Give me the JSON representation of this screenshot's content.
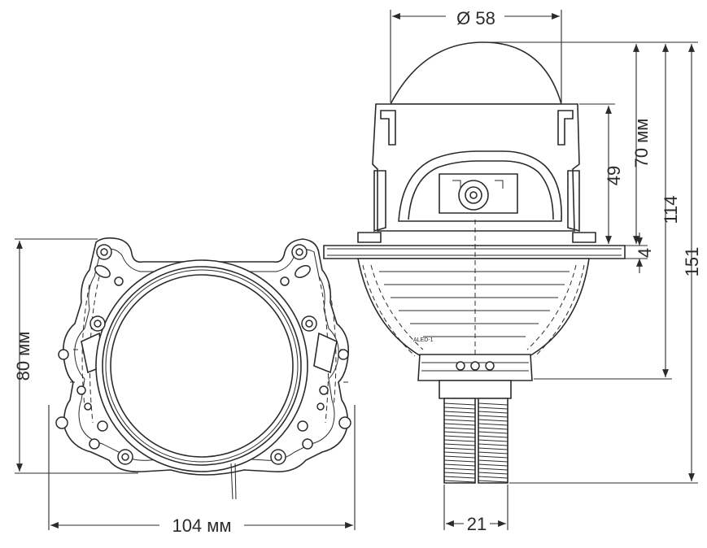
{
  "dimensions": {
    "front_height": "80 мм",
    "front_width": "104 мм",
    "lens_diameter": "Ø 58",
    "dim_70": "70 мм",
    "dim_49": "49",
    "dim_4": "4",
    "dim_114": "114",
    "dim_151": "151",
    "dim_21": "21"
  },
  "part_marking": "ALED-1",
  "colors": {
    "line": "#2b2b2b",
    "background": "#ffffff"
  }
}
